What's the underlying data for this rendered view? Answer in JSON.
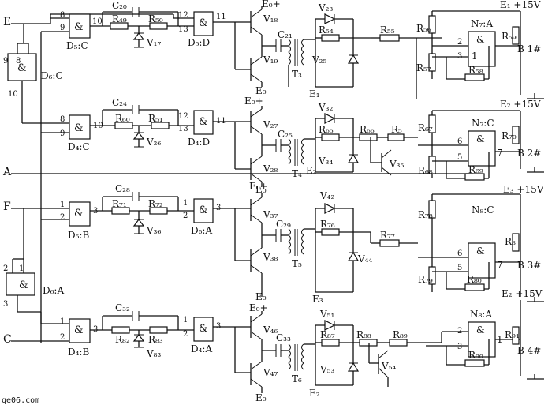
{
  "inputs": {
    "E": "E",
    "A": "A",
    "F": "F",
    "C": "C"
  },
  "gates": {
    "d5c": "D₅:C",
    "d5d": "D₅:D",
    "d6c": "D₆:C",
    "d4c": "D₄:C",
    "d4d": "D₄:D",
    "d5b": "D₅:B",
    "d5a": "D₅:A",
    "d6a": "D₆:A",
    "d4b": "D₄:B",
    "d4a": "D₄:A",
    "and_symbol": "&"
  },
  "pins": {
    "p8": "8",
    "p9": "9",
    "p10": "10",
    "p11": "11",
    "p12": "12",
    "p13": "13",
    "p1": "1",
    "p2": "2",
    "p3": "3",
    "p5": "5",
    "p6": "6",
    "p7": "7"
  },
  "ch1": {
    "cap": "C₂₀",
    "r1": "R₄₉",
    "r2": "R₅₀",
    "diode": "V₁₇",
    "t_top": "V₁₈",
    "t_bot": "V₁₉",
    "cap_out": "C₂₁",
    "transformer": "T₃",
    "led": "V₂₃",
    "r_led": "R₅₄",
    "zener": "V₂₅",
    "r_out": "R₅₅",
    "r_a": "R₅₆",
    "r_b": "R₅₇",
    "r_fb": "R₅₈",
    "r_o": "R₅₉",
    "amp": "N₇:A",
    "supply": "E₁ +15V",
    "output": "B 1#",
    "e_plus": "E₀+",
    "e_zero": "E₀",
    "e_sec": "E₁"
  },
  "ch2": {
    "cap": "C₂₄",
    "r1": "R₆₀",
    "r2": "R₅₁",
    "diode": "V₂₆",
    "t_top": "V₂₇",
    "t_bot": "V₂₈",
    "cap_out": "C₂₅",
    "transformer": "T₄",
    "led": "V₃₂",
    "r_led": "R₆₅",
    "zener": "V₃₄",
    "r_out": "R₆₆",
    "r_x": "R₅",
    "tr": "V₃₅",
    "r_a": "R₆₇",
    "r_b": "R₆₈",
    "r_fb": "R₆₉",
    "r_o": "R₇₀",
    "amp": "N₇:C",
    "supply": "E₂ +15V",
    "output": "B 2#",
    "e_plus": "E₀+",
    "e_zero": "E₀",
    "e_sec": "E₂"
  },
  "ch3": {
    "cap": "C₂₈",
    "r1": "R₇₁",
    "r2": "R₇₂",
    "diode": "V₃₆",
    "t_top": "V₃₇",
    "t_bot": "V₃₈",
    "cap_out": "C₂₉",
    "transformer": "T₅",
    "led": "V₄₂",
    "r_led": "R₇₆",
    "zener": "V₄₄",
    "r_out": "R₇₇",
    "r_a": "R₇₈",
    "r_b": "R₇₉",
    "r_fb": "R₈₀",
    "r_o": "R₈",
    "amp": "N₈:C",
    "supply": "E₃ +15V",
    "output": "B 3#",
    "e_plus": "E₀+",
    "e_zero": "E₀",
    "e_sec": "E₃"
  },
  "ch4": {
    "cap": "C₃₂",
    "r1": "R₈₂",
    "r2": "R₈₃",
    "diode": "V₈₃",
    "t_top": "V₄₆",
    "t_bot": "V₄₇",
    "cap_out": "C₃₃",
    "transformer": "T₆",
    "led": "V₅₁",
    "r_led": "R₈₇",
    "zener": "V₅₃",
    "r_out": "R₈₈",
    "r_x": "R₈₉",
    "tr": "V₅₄",
    "r_fb": "R₉₀",
    "r_o": "R₉₁",
    "amp": "N₈:A",
    "supply": "E₂ +15V",
    "output": "B 4#",
    "e_plus": "E₀+",
    "e_zero": "E₀",
    "e_sec": "E₂"
  },
  "watermark": "qe06.com"
}
